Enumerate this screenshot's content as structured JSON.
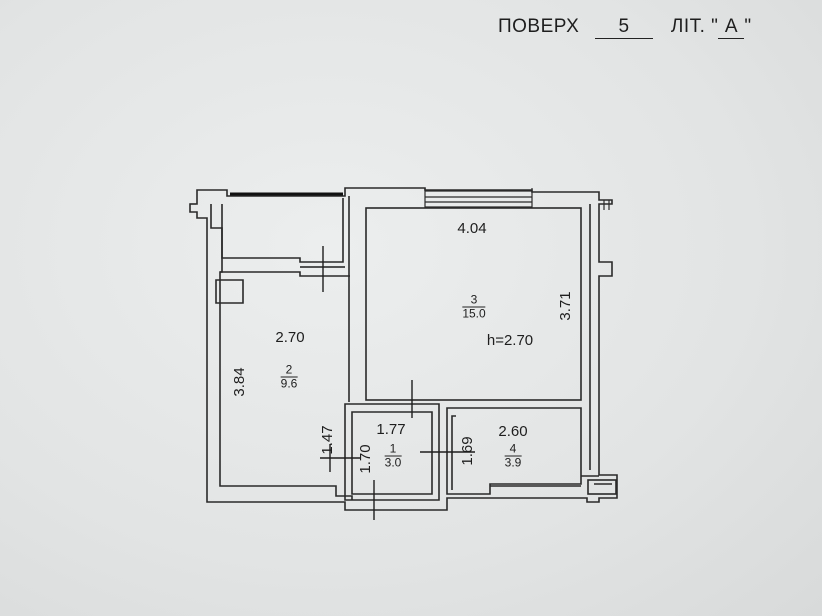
{
  "header": {
    "floor_label": "ПОВЕРХ",
    "floor_value": "5",
    "letter_label": "ЛІТ. \"",
    "letter_value": "А",
    "letter_close": "\""
  },
  "rooms": {
    "room3": {
      "width": "4.04",
      "length": "3.71",
      "number": "3",
      "area": "15.0",
      "height": "h=2.70"
    },
    "room2": {
      "width": "2.70",
      "length": "3.84",
      "number": "2",
      "area": "9.6"
    },
    "room1": {
      "width": "1.77",
      "length_left": "1.47",
      "length_right": "1.70",
      "number": "1",
      "area": "3.0"
    },
    "room4": {
      "width": "2.60",
      "length": "1.69",
      "number": "4",
      "area": "3.9"
    }
  }
}
